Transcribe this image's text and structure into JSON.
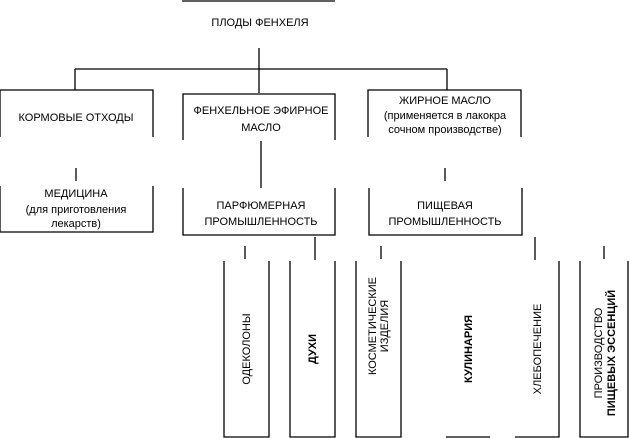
{
  "root": {
    "label": "ПЛОДЫ ФЕНХЕЛЯ"
  },
  "level1": [
    {
      "lines": [
        "КОРМОВЫЕ ОТХОДЫ"
      ]
    },
    {
      "lines": [
        "ФЕНХЕЛЬНОЕ ЭФИРНОЕ",
        "МАСЛО"
      ]
    },
    {
      "lines": [
        "ЖИРНОЕ МАСЛО",
        "(применяется в лакокра",
        "сочном производстве)"
      ]
    }
  ],
  "level2": [
    {
      "lines": [
        "МЕДИЦИНА",
        "(для приготовления",
        "лекарств)"
      ]
    },
    {
      "lines": [
        "ПАРФЮМЕРНАЯ",
        "ПРОМЫШЛЕННОСТЬ"
      ]
    },
    {
      "lines": [
        "ПИЩЕВАЯ",
        "ПРОМЫШЛЕННОСТЬ"
      ]
    }
  ],
  "level3": [
    {
      "lines": [
        "ОДЕКОЛОНЫ"
      ]
    },
    {
      "lines": [
        "ДУХИ"
      ]
    },
    {
      "lines": [
        "КОСМЕТИЧЕСКИЕ",
        "ИЗДЕЛИЯ"
      ]
    },
    {
      "lines": [
        "КУЛИНАРИЯ"
      ]
    },
    {
      "lines": [
        "ХЛЕБОПЕЧЕНИЕ"
      ]
    },
    {
      "lines": [
        "ПРОИЗВОДСТВО",
        "ПИЩЕВЫХ ЭССЕНЦИЙ"
      ]
    }
  ]
}
